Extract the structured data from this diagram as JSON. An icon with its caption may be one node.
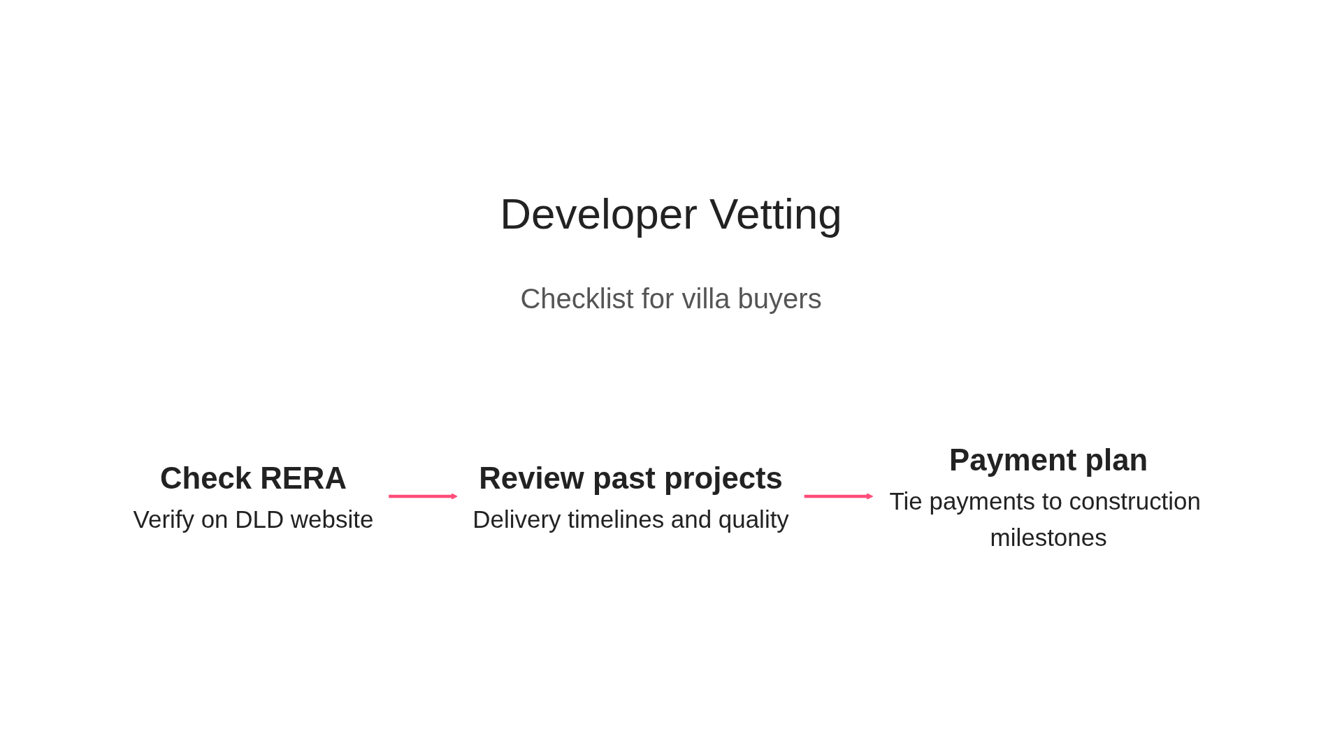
{
  "diagram": {
    "title": "Developer Vetting",
    "nodes": [
      {
        "text": [
          "Check RERA",
          "Verify on DLD website"
        ]
      },
      {
        "text": [
          "Review past projects",
          "Delivery timelines and quality"
        ]
      },
      {
        "text": [
          "Payment plan",
          "Tie payments to construction milestones"
        ]
      }
    ],
    "edges": [
      {
        "from": 0,
        "to": 1,
        "arrow": "to"
      },
      {
        "from": 1,
        "to": 2,
        "arrow": "to"
      }
    ],
    "labels": [
      "Checklist for villa buyers"
    ]
  }
}
